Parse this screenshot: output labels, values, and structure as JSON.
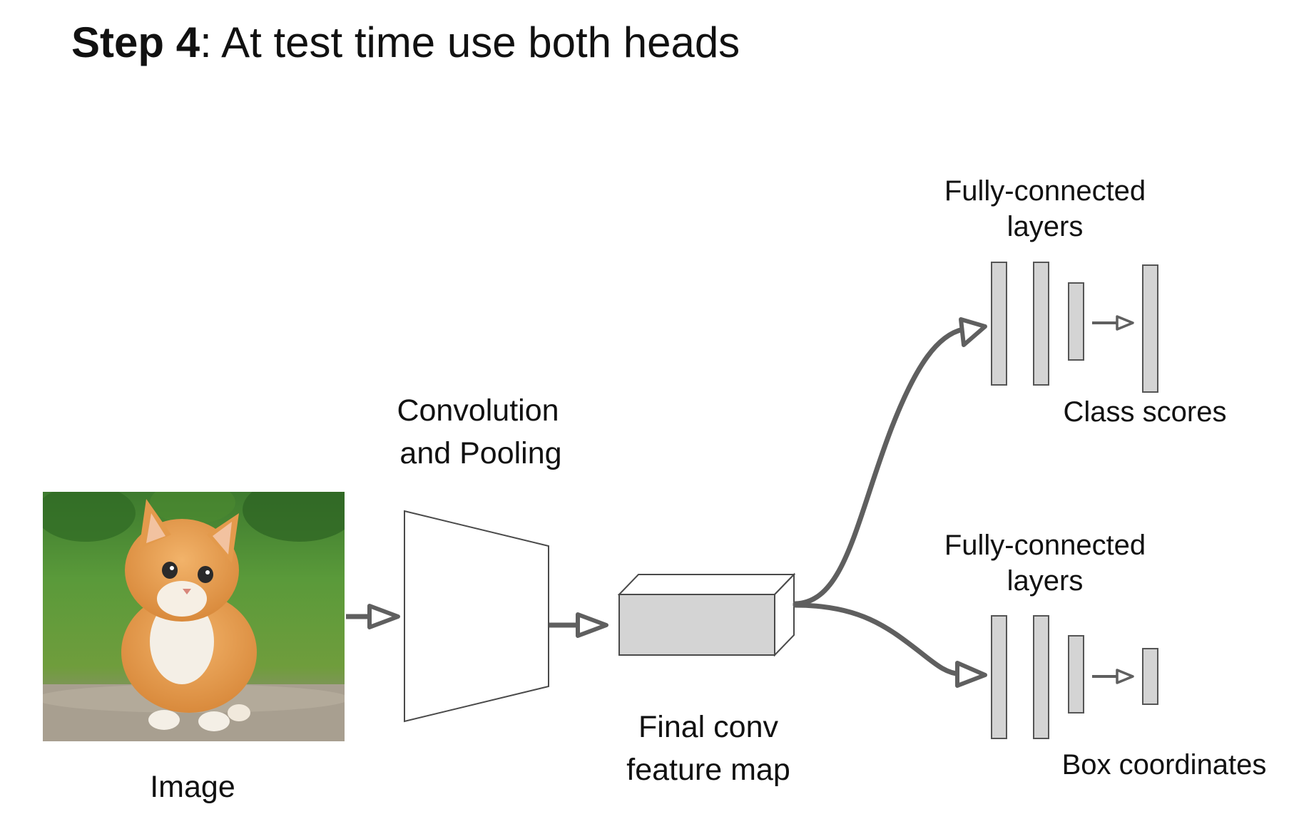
{
  "title": {
    "bold": "Step 4",
    "rest": ": At test time use both heads"
  },
  "labels": {
    "image": "Image",
    "conv_line1": "Convolution",
    "conv_line2": "and Pooling",
    "feature_line1": "Final conv",
    "feature_line2": "feature map",
    "fc_top_line1": "Fully-connected",
    "fc_top_line2": "layers",
    "fc_bottom_line1": "Fully-connected",
    "fc_bottom_line2": "layers",
    "class_scores": "Class scores",
    "box_coordinates": "Box coordinates"
  },
  "colors": {
    "arrow": "#5f5f5f",
    "layer_fill": "#d4d4d4",
    "layer_stroke": "#555555",
    "outline": "#4a4a4a"
  },
  "icons": {
    "input_image": "kitten-photo"
  }
}
